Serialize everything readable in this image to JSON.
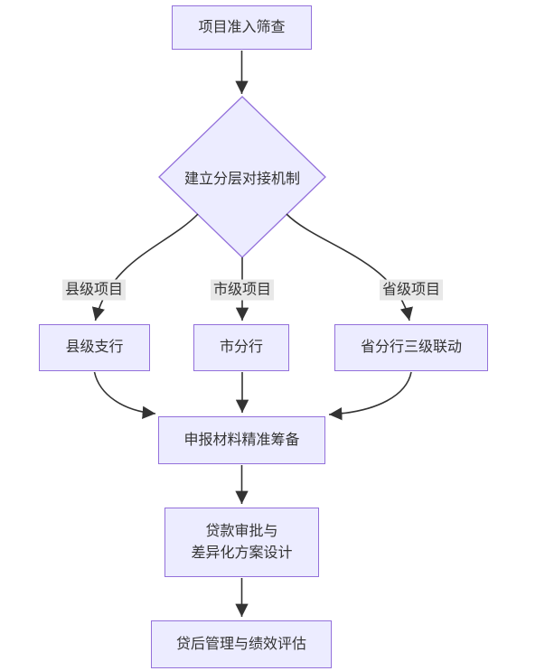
{
  "diagram": {
    "nodes": {
      "screening": {
        "label": "项目准入筛查"
      },
      "mechanism": {
        "label": "建立分层对接机制"
      },
      "county_branch": {
        "label": "县级支行"
      },
      "city_branch": {
        "label": "市分行"
      },
      "province_branch": {
        "label": "省分行三级联动"
      },
      "materials": {
        "label": "申报材料精准筹备"
      },
      "approval": {
        "line1": "贷款审批与",
        "line2": "差异化方案设计"
      },
      "post_loan": {
        "label": "贷后管理与绩效评估"
      }
    },
    "edge_labels": {
      "county": "县级项目",
      "city": "市级项目",
      "province": "省级项目"
    },
    "colors": {
      "node_fill": "#ECECFF",
      "node_border": "#9370DB",
      "edge": "#333333",
      "text": "#333333",
      "edge_label_bg": "#E8E8E8",
      "background": "#FFFFFF"
    }
  }
}
